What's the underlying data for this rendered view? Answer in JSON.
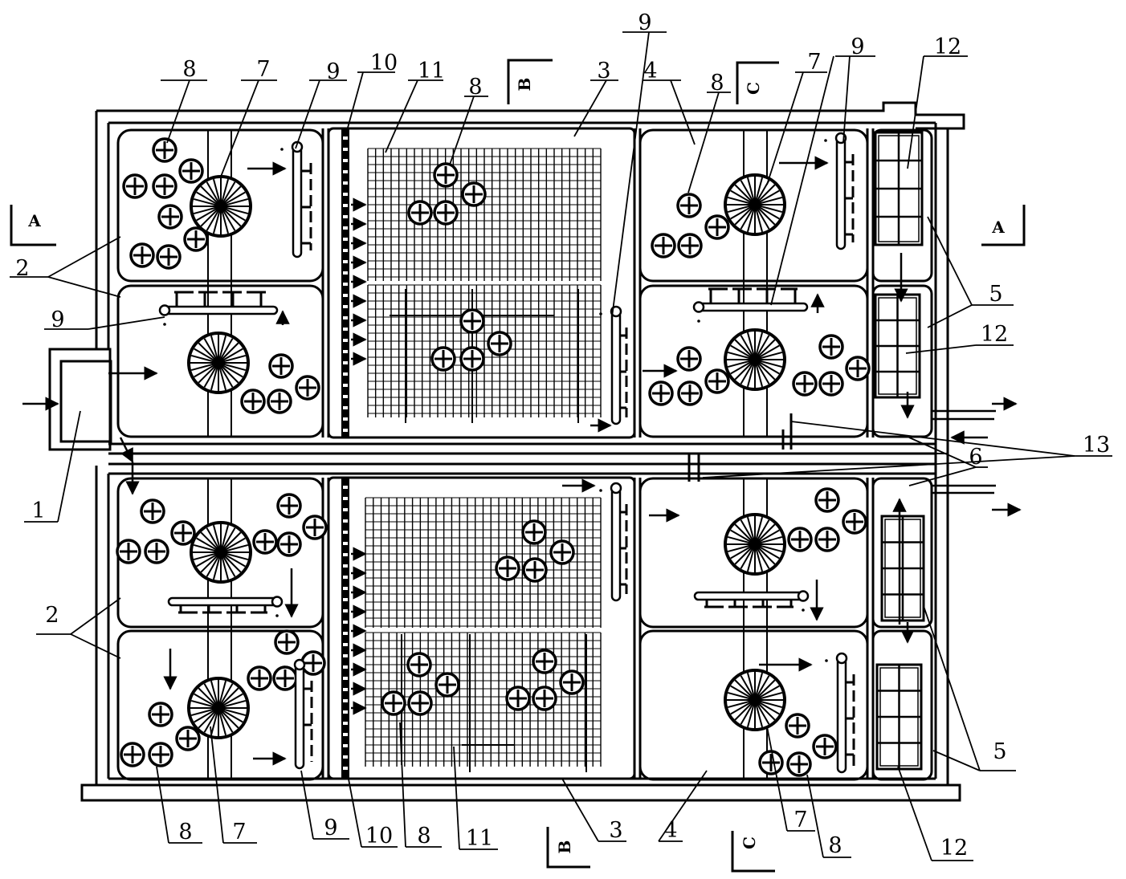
{
  "figure": {
    "labels": {
      "n1": "1",
      "n2": "2",
      "n3": "3",
      "n4": "4",
      "n5": "5",
      "n6": "6",
      "n7": "7",
      "n8": "8",
      "n9": "9",
      "n10": "10",
      "n11": "11",
      "n12": "12",
      "n13": "13"
    },
    "sections": {
      "a": "A",
      "b": "B",
      "c": "C"
    }
  }
}
